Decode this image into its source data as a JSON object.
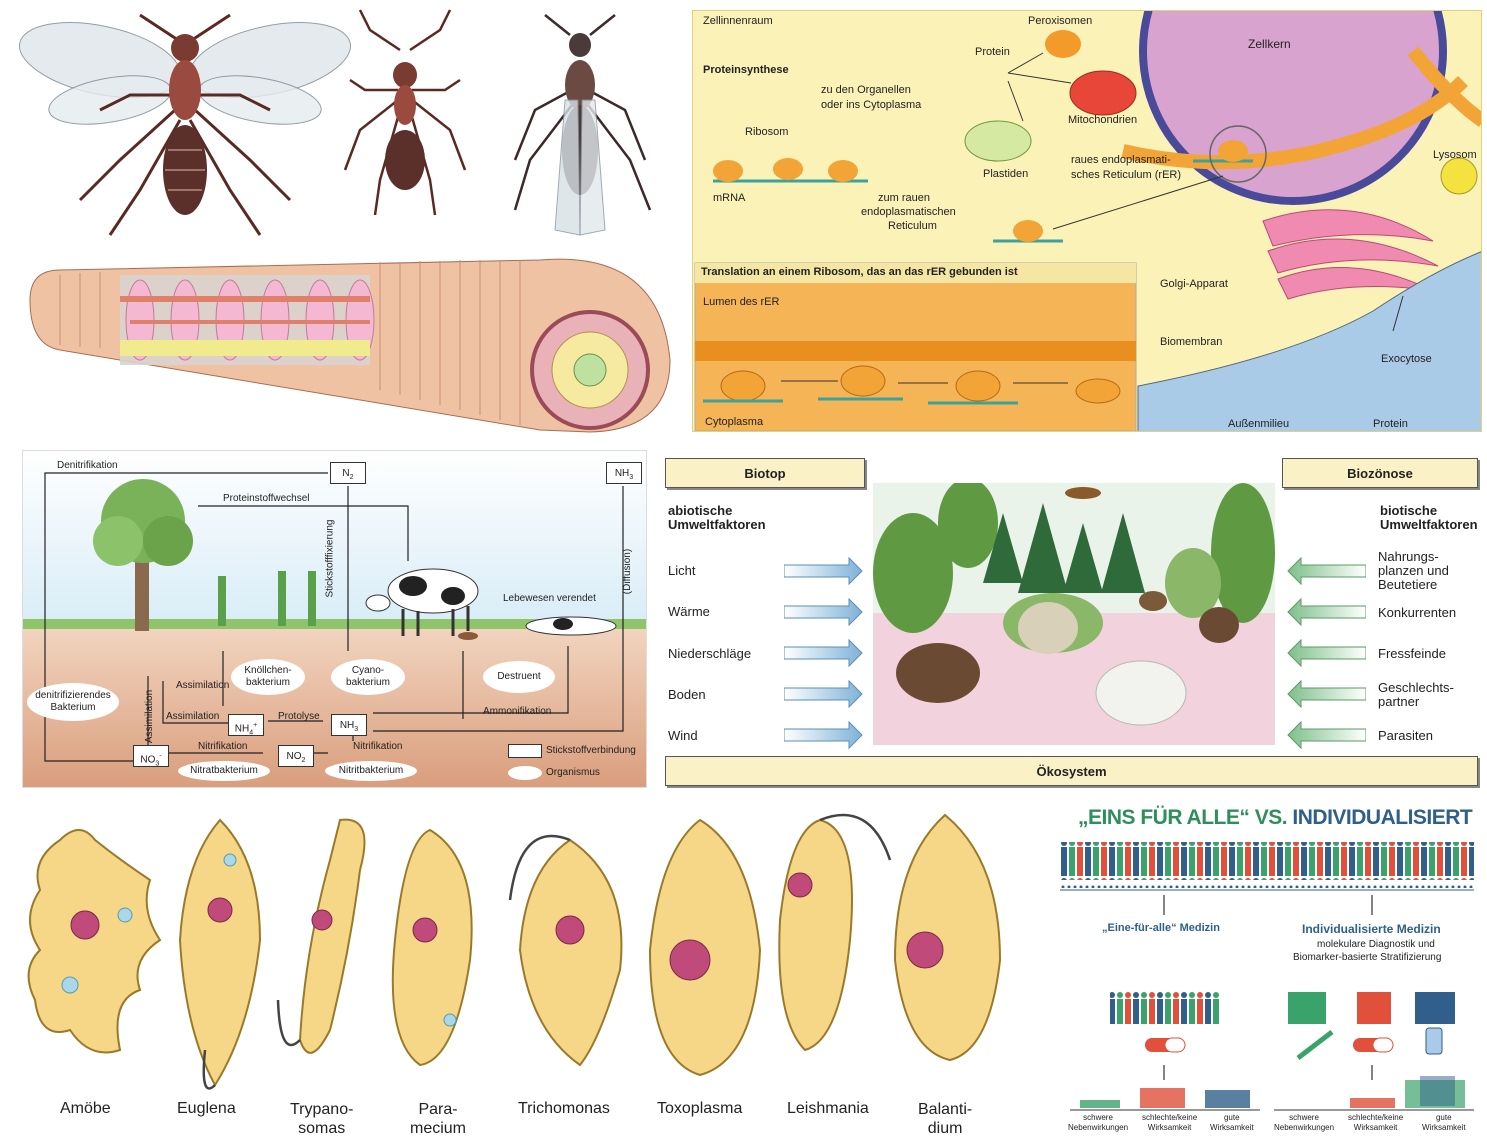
{
  "cell": {
    "zellinnenraum": "Zellinnenraum",
    "proteinsynthese": "Proteinsynthese",
    "peroxisomen": "Peroxisomen",
    "protein_top": "Protein",
    "zellkern": "Zellkern",
    "organellen": [
      "zu den Organellen",
      "oder ins Cytoplasma"
    ],
    "mitochondrien": "Mitochondrien",
    "ribosom": "Ribosom",
    "plastiden": "Plastiden",
    "rer": [
      "raues endoplasmati-",
      "sches Reticulum (rER)"
    ],
    "lysosom": "Lysosom",
    "mrna": "mRNA",
    "zum_rauen": [
      "zum rauen",
      "endoplasmatischen",
      "Reticulum"
    ],
    "translation_title": "Translation an einem Ribosom, das an das rER gebunden ist",
    "lumen": "Lumen des rER",
    "cytoplasma": "Cytoplasma",
    "golgi": "Golgi-Apparat",
    "biomembran": "Biomembran",
    "exocytose": "Exocytose",
    "aussenmilieu": "Außenmilieu",
    "protein_bottom": "Protein"
  },
  "nitrogen": {
    "denitrifikation": "Denitrifikation",
    "n2": "N",
    "nh3_top": "NH",
    "proteinstoffwechsel": "Proteinstoffwechsel",
    "stickstofffixierung": "Stickstofffixierung",
    "diffusion": "(Diffusion)",
    "lebewesen": "Lebewesen verendet",
    "knoellchen": [
      "Knöllchen-",
      "bakterium"
    ],
    "cyano": [
      "Cyano-",
      "bakterium"
    ],
    "destruent": "Destruent",
    "assimilation1": "Assimilation",
    "assimilation2": "Assimilation",
    "assimilation_v": "Assimilation",
    "denitrifizierendes": [
      "denitrifizierendes",
      "Bakterium"
    ],
    "nh4": "NH",
    "protolyse": "Protolyse",
    "nh3": "NH",
    "ammonifikation": "Ammonifikation",
    "nitrifikation1": "Nitrifikation",
    "nitrifikation2": "Nitrifikation",
    "no3": "NO",
    "no2": "NO",
    "nitratbakterium": "Nitratbakterium",
    "nitritbakterium": "Nitritbakterium",
    "legend_box": "Stickstoffverbindung",
    "legend_ell": "Organismus"
  },
  "ecosystem": {
    "biotop": "Biotop",
    "biozoenose": "Biozönose",
    "abiotic": [
      "abiotische",
      "Umweltfaktoren"
    ],
    "biotic": [
      "biotische",
      "Umweltfaktoren"
    ],
    "left": [
      "Licht",
      "Wärme",
      "Niederschläge",
      "Boden",
      "Wind"
    ],
    "right_1": [
      "Nahrungs-",
      "planzen und",
      "Beutetiere"
    ],
    "right": [
      "Konkurrenten",
      "Fressfeinde",
      "Geschlechts-",
      "partner",
      "Parasiten"
    ],
    "oekosystem": "Ökosystem"
  },
  "protozoa": [
    {
      "name": [
        "Amöbe"
      ]
    },
    {
      "name": [
        "Euglena"
      ]
    },
    {
      "name": [
        "Trypano-",
        "somas"
      ]
    },
    {
      "name": [
        "Para-",
        "mecium"
      ]
    },
    {
      "name": [
        "Trichomonas"
      ]
    },
    {
      "name": [
        "Toxoplasma"
      ]
    },
    {
      "name": [
        "Leishmania"
      ]
    },
    {
      "name": [
        "Balanti-",
        "dium"
      ]
    }
  ],
  "medicine": {
    "title_a": "„EINS FÜR ALLE“ VS.",
    "title_b": "INDIVIDUALISIERT",
    "left_head": "„Eine-für-alle“ Medizin",
    "right_head": "Individualisierte Medizin",
    "right_sub": [
      "molekulare Diagnostik und",
      "Biomarker-basierte Stratifizierung"
    ],
    "axis_left": [
      "schwere",
      "Nebenwirkungen"
    ],
    "axis_mid": [
      "schlechte/keine",
      "Wirksamkeit"
    ],
    "axis_right": [
      "gute",
      "Wirksamkeit"
    ],
    "axis_left2": [
      "schwere",
      "Nebenwirkungen"
    ],
    "axis_mid2": [
      "schlechte/keine",
      "Wirksamkeit"
    ],
    "axis_right2": [
      "gute",
      "Wirksamkeit"
    ],
    "colors": {
      "blue": "#2f5f8a",
      "green": "#3aa26b",
      "red": "#e0503a",
      "title_green": "#2f8f5c"
    }
  }
}
